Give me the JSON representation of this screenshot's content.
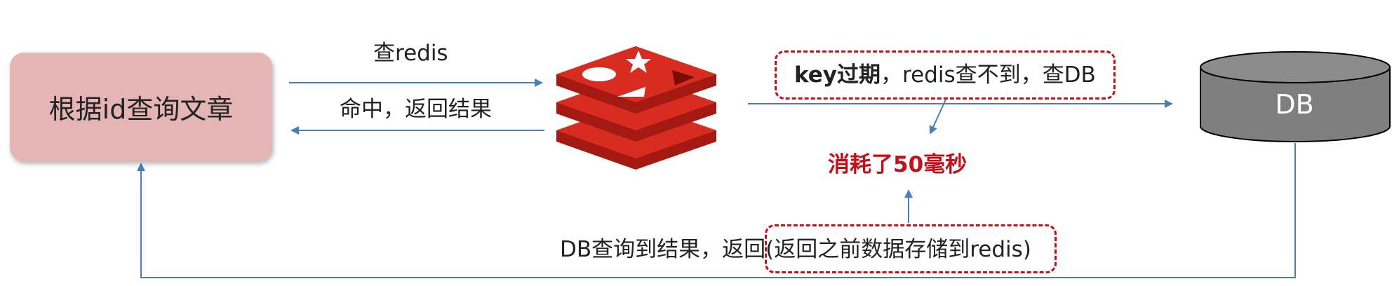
{
  "nodes": {
    "client": "根据id查询文章",
    "db": "DB"
  },
  "edges": {
    "query_redis": "查redis",
    "hit_return": "命中，返回结果",
    "db_return_prefix": "DB查询到结果，返回",
    "db_return_note": "(返回之前数据存储到redis)"
  },
  "notes": {
    "key_expired_bold": "key过期",
    "key_expired_rest": "，redis查不到，查DB",
    "cost": "消耗了50毫秒"
  },
  "colors": {
    "arrow": "#4a7ebb",
    "client_fill": "#e5b5b5",
    "db_fill": "#7f7f7f",
    "redis_red": "#d82c20",
    "highlight_red": "#c0101a"
  },
  "icons": {
    "redis": "redis-logo-icon",
    "db": "database-cylinder-icon"
  }
}
